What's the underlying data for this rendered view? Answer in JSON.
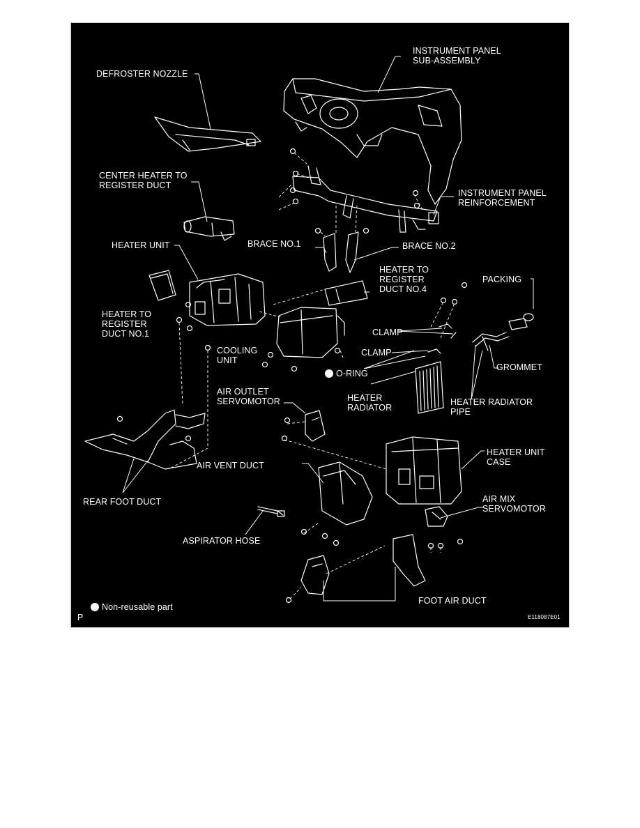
{
  "labels": {
    "instrument_panel": "INSTRUMENT PANEL\nSUB-ASSEMBLY",
    "defroster_nozzle": "DEFROSTER NOZZLE",
    "center_heater_duct": "CENTER HEATER TO\nREGISTER DUCT",
    "panel_reinforcement": "INSTRUMENT PANEL\nREINFORCEMENT",
    "brace_no1": "BRACE NO.1",
    "brace_no2": "BRACE NO.2",
    "heater_unit": "HEATER UNIT",
    "heater_duct_no4": "HEATER TO\nREGISTER\nDUCT NO.4",
    "packing": "PACKING",
    "heater_duct_no1": "HEATER TO\nREGISTER\nDUCT NO.1",
    "clamp_1": "CLAMP",
    "clamp_2": "CLAMP",
    "cooling_unit": "COOLING\nUNIT",
    "o_ring": "O-RING",
    "grommet": "GROMMET",
    "heater_radiator": "HEATER\nRADIATOR",
    "heater_radiator_pipe": "HEATER RADIATOR\nPIPE",
    "air_outlet_servomotor": "AIR OUTLET\nSERVOMOTOR",
    "heater_unit_case": "HEATER UNIT\nCASE",
    "air_vent_duct": "AIR VENT DUCT",
    "air_mix_servomotor": "AIR MIX\nSERVOMOTOR",
    "rear_foot_duct": "REAR FOOT DUCT",
    "aspirator_hose": "ASPIRATOR HOSE",
    "foot_air_duct": "FOOT AIR DUCT"
  },
  "legend": {
    "non_reusable": "Non-reusable part"
  },
  "corner_marker": "P",
  "figure_code": "E118087E01",
  "colors": {
    "background": "#000000",
    "foreground": "#ffffff"
  }
}
